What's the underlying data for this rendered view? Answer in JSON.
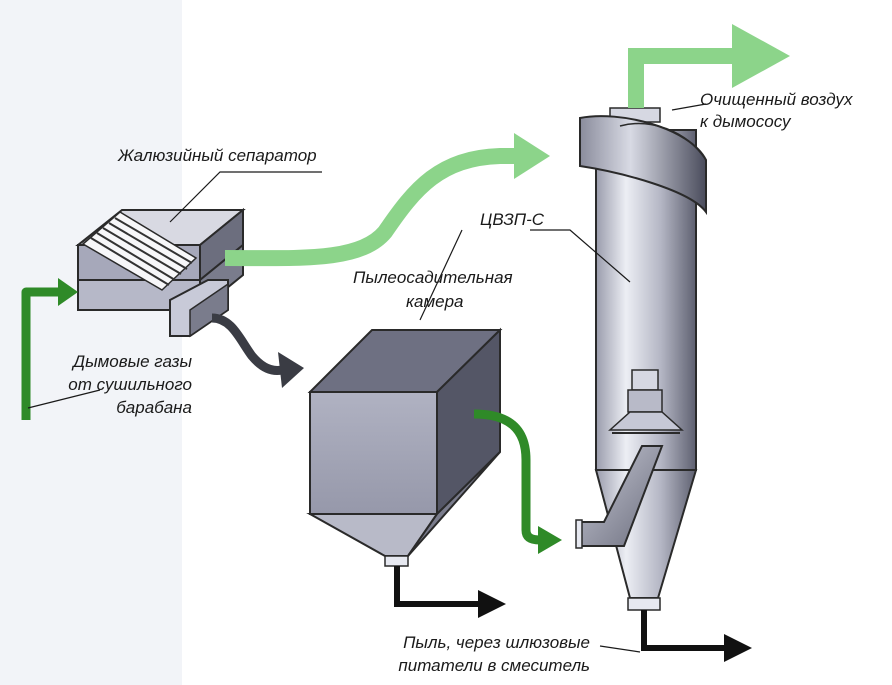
{
  "labels": {
    "separator": "Жалюзийный сепаратор",
    "flue_gas_line1": "Дымовые газы",
    "flue_gas_line2": "от сушильного",
    "flue_gas_line3": "барабана",
    "settling_line1": "Пылеосадительная",
    "settling_line2": "камера",
    "cyclone": "ЦВЗП-С",
    "clean_air_line1": "Очищенный воздух",
    "clean_air_line2": "к дымососу",
    "dust_line1": "Пыль, через шлюзовые",
    "dust_line2": "питатели в смеситель"
  },
  "colors": {
    "left_panel": "#f2f4f8",
    "green_flow": "#2f8a28",
    "light_green_flow": "#8cd48a",
    "dark_flow": "#3a3c44",
    "black_flow": "#111111",
    "steel_light": "#e6e8f0",
    "steel_mid": "#a4a6b6",
    "steel_dark": "#5a5c6c"
  }
}
